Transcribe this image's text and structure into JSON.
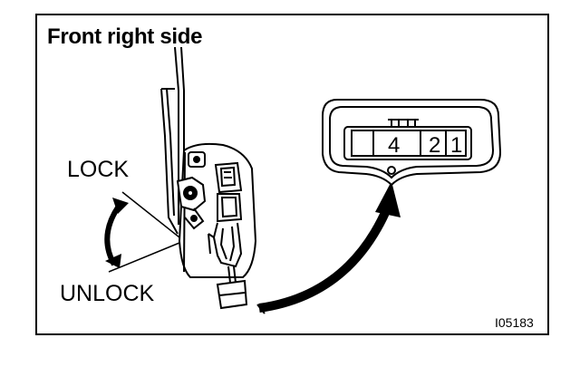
{
  "title": "Front right side",
  "labels": {
    "lock": "LOCK",
    "unlock": "UNLOCK"
  },
  "connector": {
    "pins": [
      "4",
      "2",
      "1"
    ]
  },
  "figure_id": "I05183"
}
